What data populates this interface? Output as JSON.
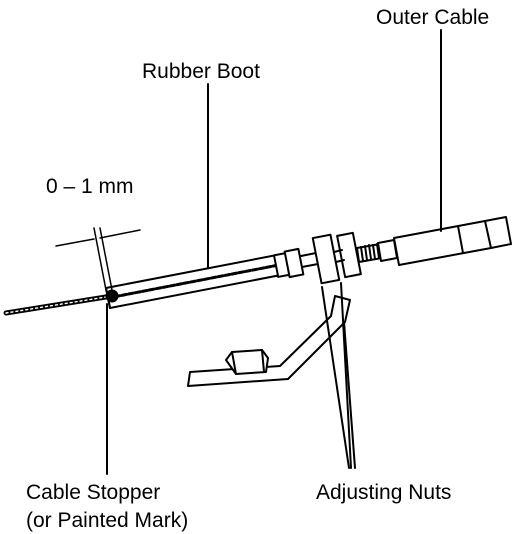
{
  "labels": {
    "outer_cable": "Outer Cable",
    "rubber_boot": "Rubber Boot",
    "dimension": "0 – 1 mm",
    "cable_stopper_line1": "Cable Stopper",
    "cable_stopper_line2": "(or Painted Mark)",
    "adjusting_nuts": "Adjusting Nuts"
  },
  "colors": {
    "ink": "#000000",
    "paper": "#ffffff"
  }
}
